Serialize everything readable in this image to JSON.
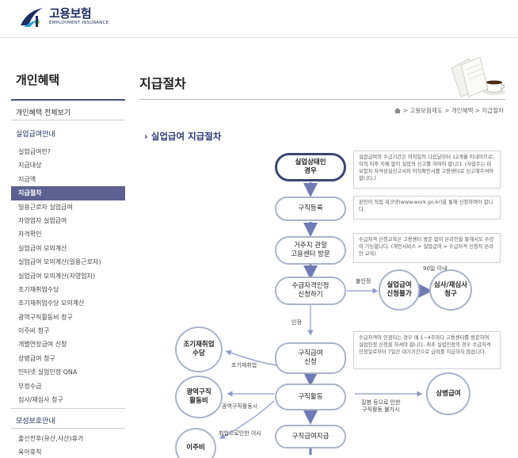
{
  "header": {
    "logo_name": "고용보험",
    "logo_sub": "EMPLOYMENT INSURANCE"
  },
  "sidebar": {
    "title": "개인혜택",
    "overview": "개인혜택 전체보기",
    "section1": "실업급여안내",
    "items": [
      {
        "label": "실업급여란?",
        "active": false
      },
      {
        "label": "지급대상",
        "active": false
      },
      {
        "label": "지급액",
        "active": false
      },
      {
        "label": "지급절차",
        "active": true
      },
      {
        "label": "일용근로자 실업급여",
        "active": false
      },
      {
        "label": "자영업자 실업급여",
        "active": false
      },
      {
        "label": "자격확인",
        "active": false
      },
      {
        "label": "실업급여 모의계산",
        "active": false
      },
      {
        "label": "실업급여 모의계산(일용근로자)",
        "active": false
      },
      {
        "label": "실업급여 모의계산(자영업자)",
        "active": false
      },
      {
        "label": "조기재취업수당",
        "active": false
      },
      {
        "label": "조기재취업수당 모의계산",
        "active": false
      },
      {
        "label": "광역구직활동비 청구",
        "active": false
      },
      {
        "label": "이주비 청구",
        "active": false
      },
      {
        "label": "개별연장급여 신청",
        "active": false
      },
      {
        "label": "상병급여 청구",
        "active": false
      },
      {
        "label": "인터넷 실업인정 QNA",
        "active": false
      },
      {
        "label": "부정수급",
        "active": false
      },
      {
        "label": "심사/재심사 청구",
        "active": false
      }
    ],
    "section2": "모성보호안내",
    "items2": [
      {
        "label": "출산전후(유산,사산)휴가"
      },
      {
        "label": "육아휴직"
      }
    ]
  },
  "main": {
    "page_title": "지급절차",
    "breadcrumb": "> 고용보험제도 > 개인혜택 > 지급절차",
    "section_title": "실업급여 지급절차"
  },
  "flow": {
    "steps": {
      "s1": "실업상태인\n경우",
      "s2": "구직등록",
      "s3": "거주지 관할\n고용센터 방문",
      "s4": "수급자격인정\n신청하기",
      "s5": "구직급여\n신청",
      "s6": "구직활동",
      "s7": "구직급여지급"
    },
    "circles": {
      "reject": "실업급여\n신청불가",
      "appeal": "심사/재심사\n청구",
      "early": "조기재취업\n수당",
      "wide": "광역구직\n활동비",
      "move": "이주비",
      "sick": "상병급여"
    },
    "notes": {
      "n1": "실업급여의 수급기간은 이직일의 다음날부터 12개월 이내이므로, 이직 이후 지체 없이 실업의 신고를 하여야 합니다. (사업주는 피보험자 자격상실신고서와 이직확인서를 고용센터로 신고해주셔야 합니다.)",
      "n2": "본인이 직접 워크넷(www.work.go.kr)을 통해 신청하여야 합니다.",
      "n3": "수급자격 신청교육은 고용센터 방문 없이 온라인을 통해서도 수강이 가능합니다. (개인서비스 > 실업급여 > 수급자격 신청자 온라인 교육)",
      "n4": "수급자격이 인정되는 경우 매 1~4주마다 고용센터를 방문하여 실업인정 신청을 하셔야 합니다. 최초 실업인정의 경우 수급자격인정일로부터 7일간 대기기간으로 급여를 지급하지 않습니다."
    },
    "labels": {
      "not_approved": "불인정",
      "within_90": "90일 이내",
      "approved": "인정",
      "early_lbl": "조기재취업",
      "wide_lbl": "광역구직활동시",
      "move_lbl": "취업으로인한 이사",
      "sick_lbl": "질병 등으로 인한\n구직활동 불가시"
    }
  },
  "colors": {
    "nav_active": "#5d6090",
    "brand_navy": "#1b2e5e",
    "flow_border": "#a9b3c8",
    "flow_arrow": "#6f7bb5"
  }
}
